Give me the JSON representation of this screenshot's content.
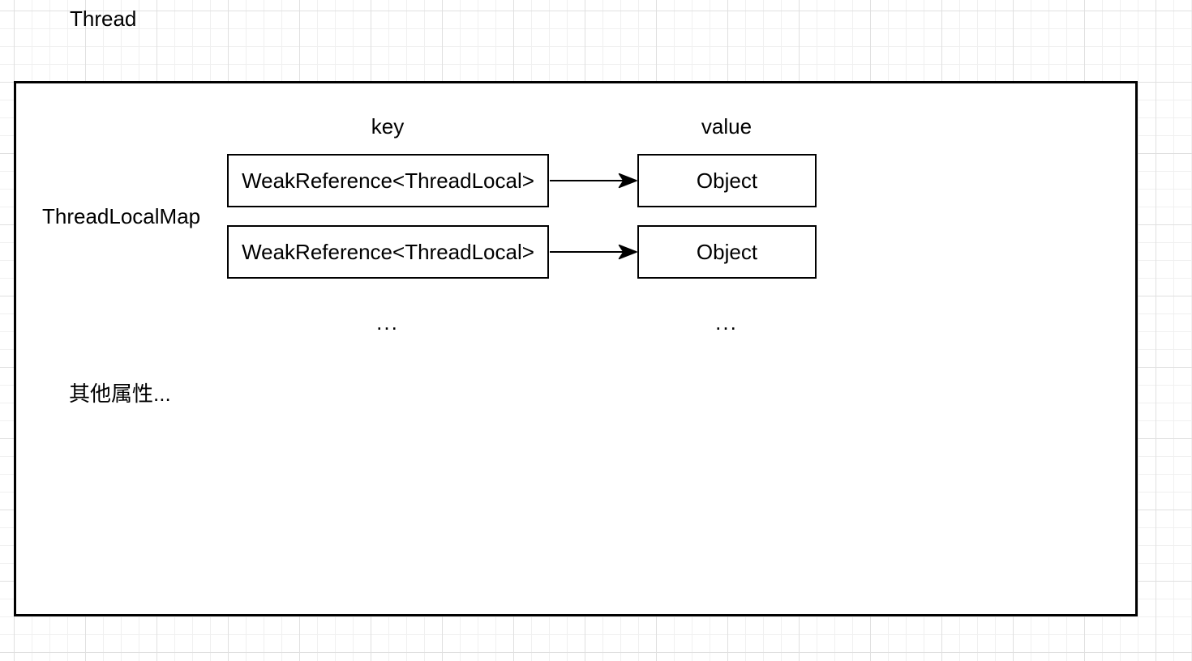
{
  "page": {
    "thread_label": "Thread"
  },
  "diagram": {
    "container_label": "ThreadLocalMap",
    "headers": {
      "key": "key",
      "value": "value"
    },
    "rows": [
      {
        "key": "WeakReference<ThreadLocal>",
        "value": "Object"
      },
      {
        "key": "WeakReference<ThreadLocal>",
        "value": "Object"
      }
    ],
    "ellipsis": {
      "key": "...",
      "value": "..."
    },
    "other_attributes_label": "其他属性..."
  },
  "colors": {
    "stroke": "#000000",
    "background": "#ffffff",
    "grid_minor": "#f0f0f0",
    "grid_major": "#e0e0e0"
  }
}
